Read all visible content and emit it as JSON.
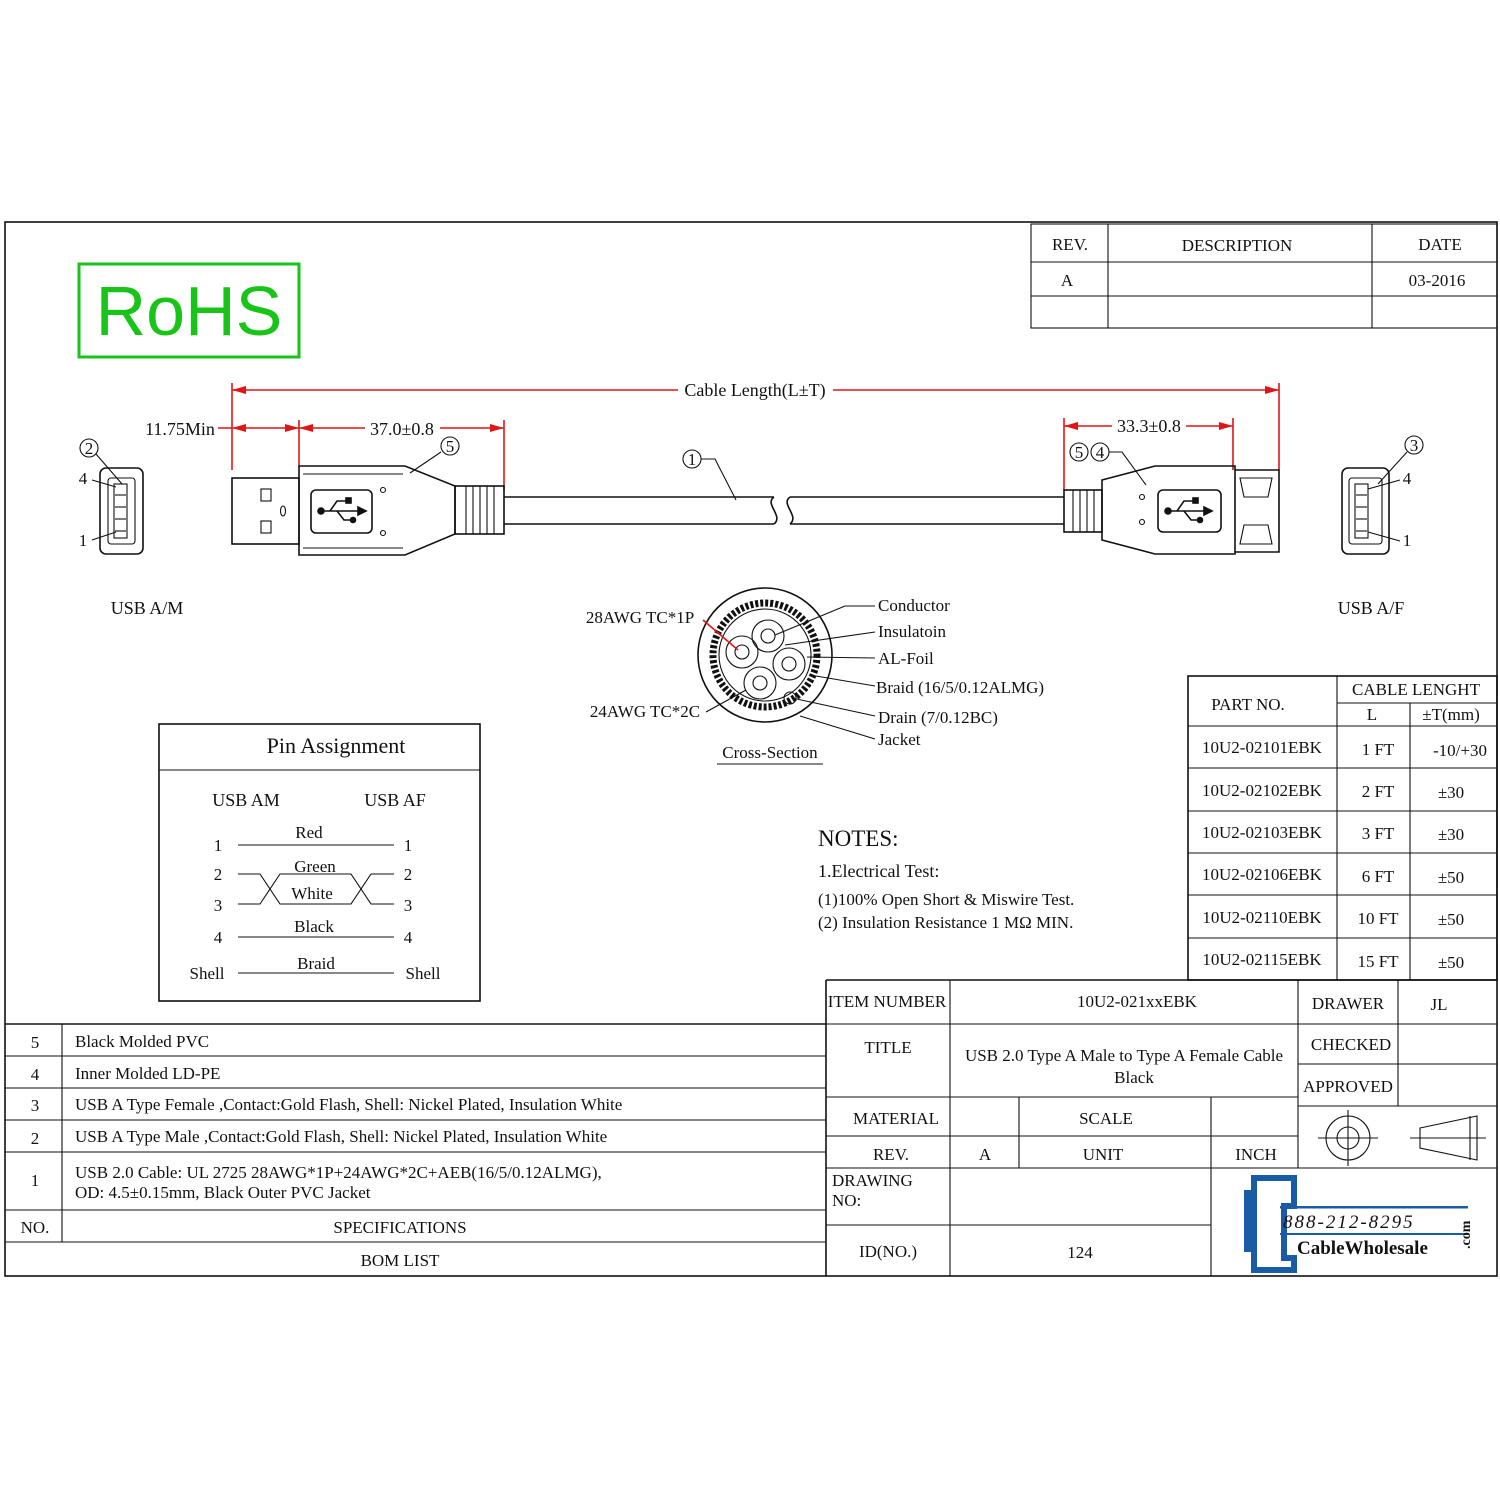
{
  "rohs": "RoHS",
  "revision_table": {
    "headers": [
      "REV.",
      "DESCRIPTION",
      "DATE"
    ],
    "rows": [
      {
        "rev": "A",
        "description": "",
        "date": "03-2016"
      },
      {
        "rev": "",
        "description": "",
        "date": ""
      }
    ]
  },
  "dimensions": {
    "cable_length": "Cable Length(L±T)",
    "min_length": "11.75Min",
    "male_dim": "37.0±0.8",
    "female_dim": "33.3±0.8"
  },
  "callouts": {
    "c1": "1",
    "c2": "2",
    "c3": "3",
    "c4": "4",
    "c5": "5"
  },
  "connector_left": {
    "label": "USB A/M",
    "pin_top": "4",
    "pin_bottom": "1"
  },
  "connector_right": {
    "label": "USB A/F",
    "pin_top": "4",
    "pin_bottom": "1"
  },
  "cross_section": {
    "caption": "Cross-Section",
    "left_labels": [
      "28AWG TC*1P",
      "24AWG TC*2C"
    ],
    "right_labels": [
      "Conductor",
      "Insulatoin",
      "AL-Foil",
      "Braid (16/5/0.12ALMG)",
      "Drain (7/0.12BC)",
      "Jacket"
    ]
  },
  "pin_assignment": {
    "title": "Pin Assignment",
    "col_left": "USB AM",
    "col_right": "USB AF",
    "rows": [
      {
        "left": "1",
        "wire": "Red",
        "right": "1"
      },
      {
        "left": "2",
        "wire": "Green",
        "right": "2"
      },
      {
        "left": "3",
        "wire": "White",
        "right": "3"
      },
      {
        "left": "4",
        "wire": "Black",
        "right": "4"
      },
      {
        "left": "Shell",
        "wire": "Braid",
        "right": "Shell"
      }
    ]
  },
  "notes": {
    "heading": "NOTES:",
    "line1": "1.Electrical Test:",
    "line2": "(1)100% Open Short & Miswire Test.",
    "line3": "(2) Insulation Resistance 1 MΩ  MIN."
  },
  "parts_table": {
    "header_part": "PART NO.",
    "header_cable": "CABLE LENGHT",
    "header_l": "L",
    "header_t": "±T(mm)",
    "rows": [
      {
        "part": "10U2-02101EBK",
        "l": "1 FT",
        "t": "-10/+30"
      },
      {
        "part": "10U2-02102EBK",
        "l": "2 FT",
        "t": "±30"
      },
      {
        "part": "10U2-02103EBK",
        "l": "3 FT",
        "t": "±30"
      },
      {
        "part": "10U2-02106EBK",
        "l": "6 FT",
        "t": "±50"
      },
      {
        "part": "10U2-02110EBK",
        "l": "10 FT",
        "t": "±50"
      },
      {
        "part": "10U2-02115EBK",
        "l": "15 FT",
        "t": "±50"
      }
    ]
  },
  "bom": {
    "rows": [
      {
        "no": "5",
        "spec": "Black Molded PVC"
      },
      {
        "no": "4",
        "spec": "Inner Molded LD-PE"
      },
      {
        "no": "3",
        "spec": "USB A Type Female ,Contact:Gold Flash, Shell: Nickel Plated, Insulation White"
      },
      {
        "no": "2",
        "spec": "USB A Type Male ,Contact:Gold Flash, Shell: Nickel Plated, Insulation White"
      },
      {
        "no": "1",
        "spec": "USB 2.0 Cable: UL 2725 28AWG*1P+24AWG*2C+AEB(16/5/0.12ALMG),",
        "spec2": "OD: 4.5±0.15mm, Black Outer PVC Jacket"
      }
    ],
    "header_no": "NO.",
    "header_spec": "SPECIFICATIONS",
    "footer": "BOM LIST"
  },
  "title_block": {
    "item_number_label": "ITEM NUMBER",
    "item_number": "10U2-021xxEBK",
    "drawer_label": "DRAWER",
    "drawer": "JL",
    "title_label": "TITLE",
    "title_line1": "USB 2.0 Type A Male to Type A Female Cable",
    "title_line2": "Black",
    "checked_label": "CHECKED",
    "approved_label": "APPROVED",
    "material_label": "MATERIAL",
    "scale_label": "SCALE",
    "rev_label": "REV.",
    "rev": "A",
    "unit_label": "UNIT",
    "unit": "INCH",
    "drawing_no_label_1": "DRAWING",
    "drawing_no_label_2": "NO:",
    "id_label": "ID(NO.)",
    "id": "124"
  },
  "logo": {
    "phone": "888-212-8295",
    "brand": "CableWholesale",
    "dotcom": ".com",
    "color": "#1a5ba8"
  },
  "colors": {
    "rohs_green": "#19c419",
    "dimension_red": "#e01616"
  }
}
